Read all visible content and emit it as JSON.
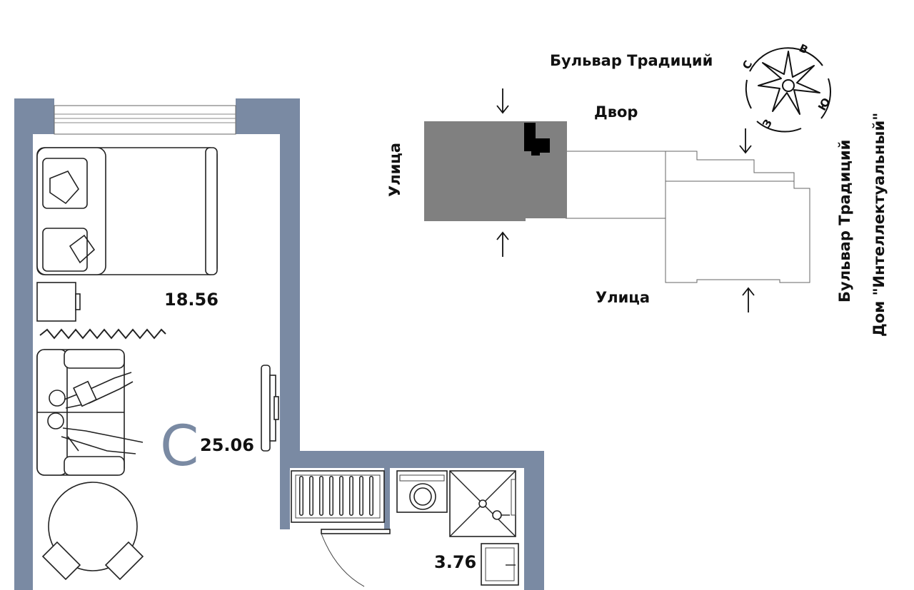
{
  "floorplan": {
    "room_type_letter": "С",
    "areas": {
      "sleeping_zone": "18.56",
      "living_zone": "25.06",
      "bathroom": "3.76"
    },
    "colors": {
      "wall": "#7a8aa3",
      "letter": "#7a8aa3",
      "building": "#808080"
    }
  },
  "site_plan": {
    "labels": {
      "boulevard_top": "Бульвар Традиций",
      "courtyard": "Двор",
      "street_left": "Улица",
      "street_bottom": "Улица",
      "boulevard_right": "Бульвар Традиций",
      "house_name": "Дом \"Интеллектуальный\""
    },
    "compass": {
      "north": "С",
      "east": "В",
      "south": "Ю",
      "west": "З"
    }
  }
}
